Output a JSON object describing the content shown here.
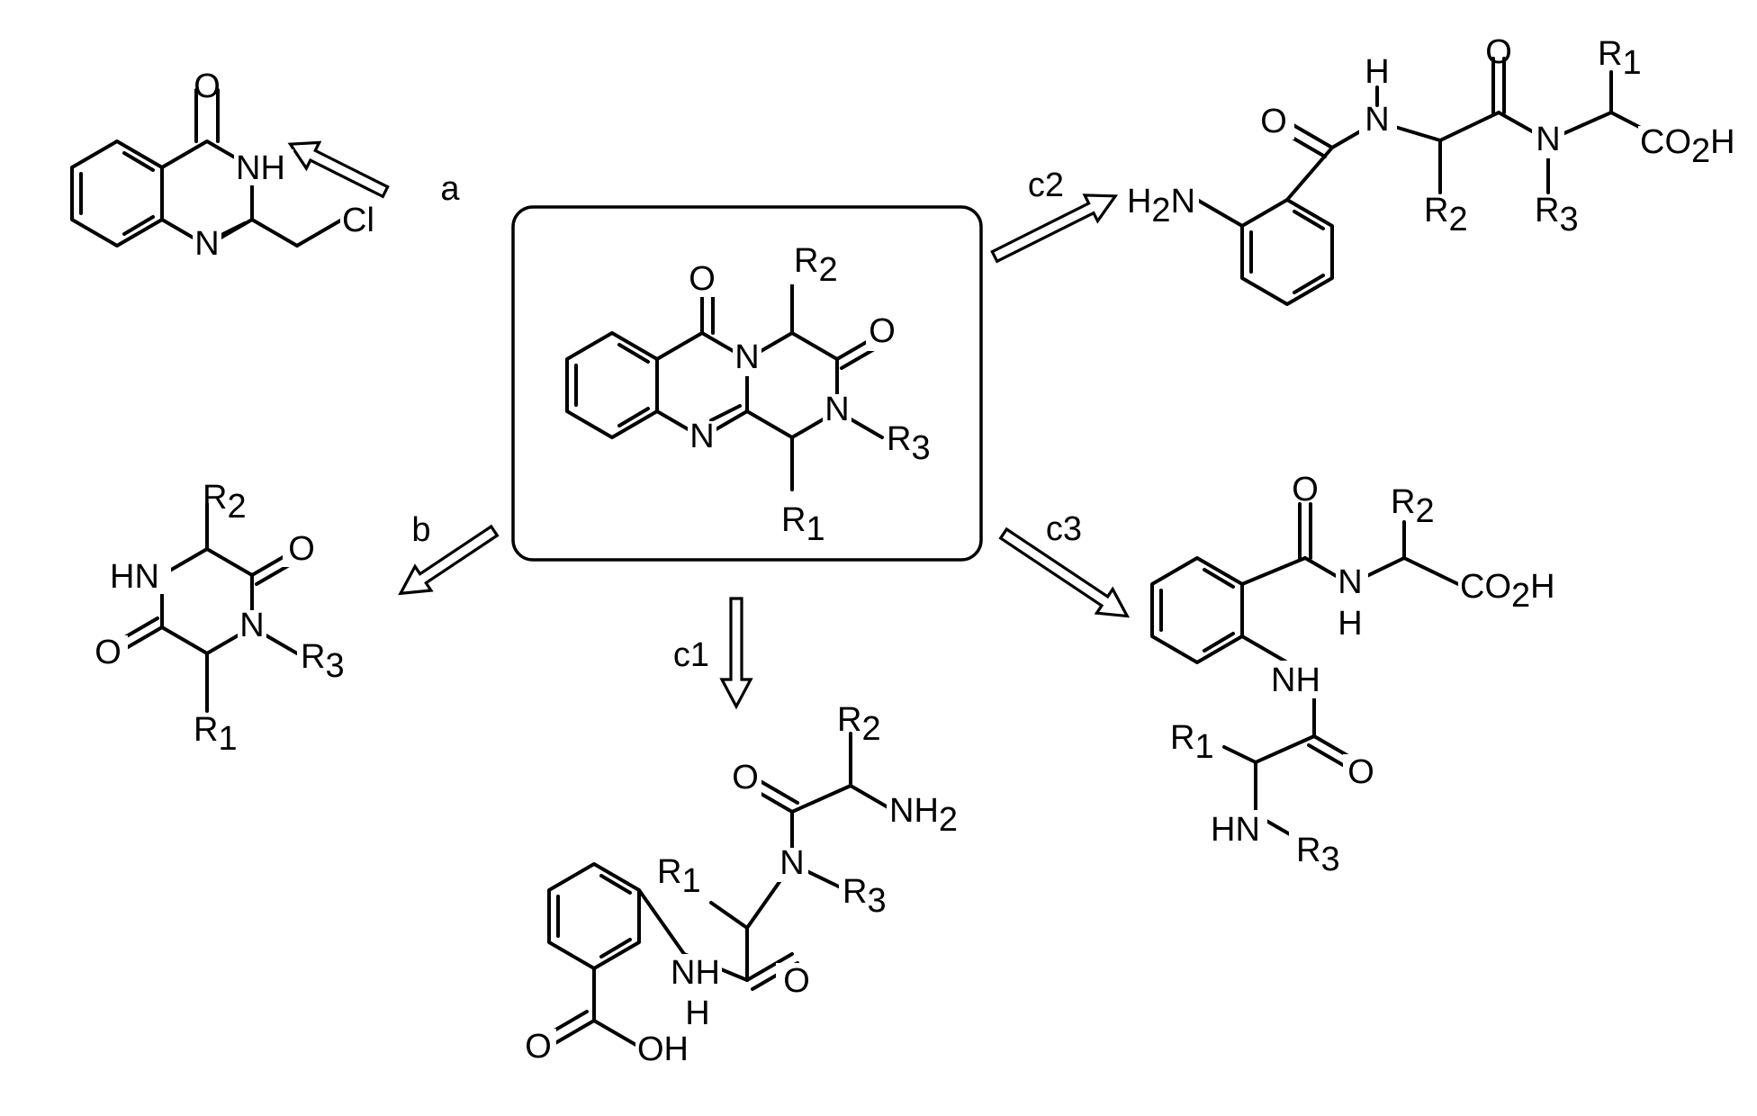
{
  "arrows": {
    "a": "a",
    "b": "b",
    "c1": "c1",
    "c2": "c2",
    "c3": "c3"
  },
  "labels": {
    "O": "O",
    "N": "N",
    "NH": "NH",
    "HN": "HN",
    "H": "H",
    "Cl": "Cl",
    "H2N": "H",
    "NH2": "NH",
    "CO2H": "CO",
    "OH": "OH",
    "R": "R",
    "sub1": "1",
    "sub2": "2",
    "sub3": "3"
  }
}
